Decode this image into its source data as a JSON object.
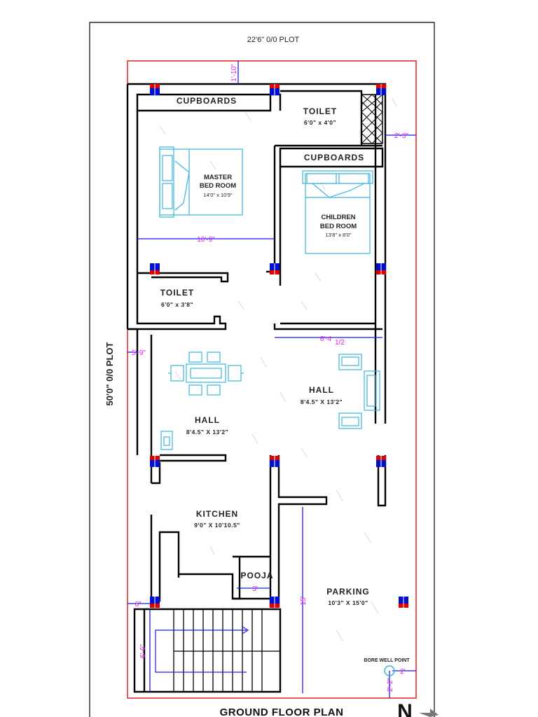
{
  "plot_width": "22'6\" 0/0 PLOT",
  "plot_length": "50'0\" 0/0 PLOT",
  "title": "GROUND FLOOR PLAN",
  "north": "N",
  "rooms": {
    "cupboards_1": "CUPBOARDS",
    "toilet_top": {
      "name": "TOILET",
      "size": "6'0\" x 4'0\""
    },
    "cupboards_2": "CUPBOARDS",
    "master": {
      "name1": "MASTER",
      "name2": "BED ROOM",
      "size": "14'0\" x 10'9\""
    },
    "children": {
      "name1": "CHILDREN",
      "name2": "BED ROOM",
      "size": "13'8\" x 8'0\""
    },
    "toilet_mid": {
      "name": "TOILET",
      "size": "6'0\" x 3'8\""
    },
    "hall_left": {
      "name": "HALL",
      "size": "8'4.5\" X 13'2\""
    },
    "hall_right": {
      "name": "HALL",
      "size": "8'4.5\" X 13'2\""
    },
    "kitchen": {
      "name": "KITCHEN",
      "size": "9'0\" X 10'10.5\""
    },
    "pooja": "POOJA",
    "parking": {
      "name": "PARKING",
      "size": "10'3\" X 15'0\""
    },
    "bore_well": "BORE WELL POINT"
  },
  "dims": {
    "top_setback": "1'-10\"",
    "right_setback": "2'-3\"",
    "master_width": "10'-9\"",
    "hall_right_width": "6'-4",
    "hall_right_width_frac": "1/2",
    "hall_left_side": "5'-9\"",
    "pooja_width": "3'",
    "parking_depth": "15'",
    "stair_left": "6\"",
    "stair_height": "6'-6\"",
    "bore_right": "2'",
    "bore_bottom": "2'-2\""
  },
  "colors": {
    "wall": "#000000",
    "plot_line": "#e53030",
    "dim_line": "#1a1aff",
    "dim_text": "#e020e0",
    "furniture": "#39b6e0",
    "column_red": "#e00000",
    "column_blue": "#0010d0"
  }
}
